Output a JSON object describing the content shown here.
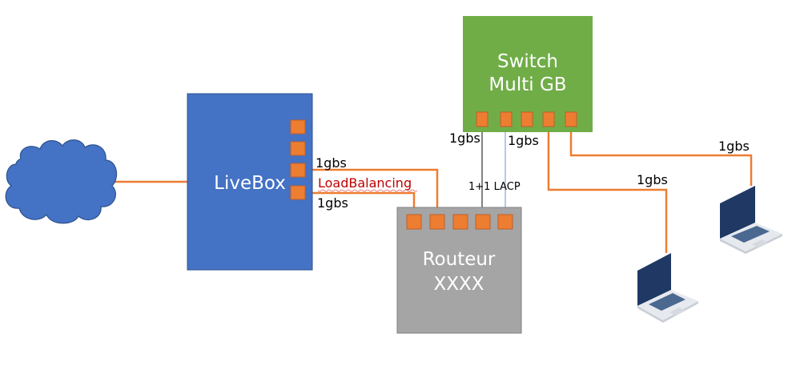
{
  "colors": {
    "cable": "#ed7d31",
    "port": "#ed7d31",
    "port_border": "#c0602a",
    "livebox": "#4472c4",
    "cloud": "#4472c4",
    "switch": "#70ad47",
    "router": "#a5a5a5",
    "lacp_link_1": "#404040",
    "lacp_link_2": "#8faadc",
    "loadbalancing_text": "#c00000",
    "laptop_screen": "#1f3864"
  },
  "nodes": {
    "internet": {
      "type": "cloud-icon"
    },
    "livebox": {
      "label": "LiveBox",
      "ports": 4
    },
    "switch": {
      "label_line1": "Switch",
      "label_line2": "Multi GB",
      "ports": 5
    },
    "router": {
      "label_line1": "Routeur",
      "label_line2": "XXXX",
      "ports": 5
    },
    "laptop_1": {
      "type": "laptop-icon"
    },
    "laptop_2": {
      "type": "laptop-icon"
    }
  },
  "labels": {
    "livebox_link_1": "1gbs",
    "load_balancing": "LoadBalancing",
    "livebox_link_2": "1gbs",
    "switch_link_1": "1gbs",
    "switch_link_2": "1gbs",
    "lacp": "1+1 LACP",
    "laptop_1_link": "1gbs",
    "laptop_2_link": "1gbs"
  }
}
